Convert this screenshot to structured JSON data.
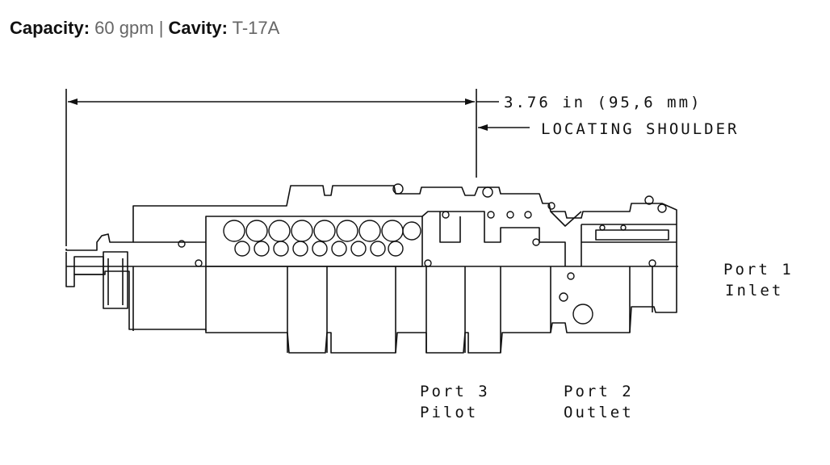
{
  "specs": {
    "capacity_label": "Capacity:",
    "capacity_value": "60 gpm",
    "separator": "|",
    "cavity_label": "Cavity:",
    "cavity_value": "T-17A"
  },
  "diagram": {
    "dimension": "3.76 in (95,6 mm)",
    "locating_shoulder": "LOCATING SHOULDER",
    "ports": [
      {
        "name": "Port 1",
        "function": "Inlet"
      },
      {
        "name": "Port 3",
        "function": "Pilot"
      },
      {
        "name": "Port 2",
        "function": "Outlet"
      }
    ],
    "line_color": "#111111"
  }
}
